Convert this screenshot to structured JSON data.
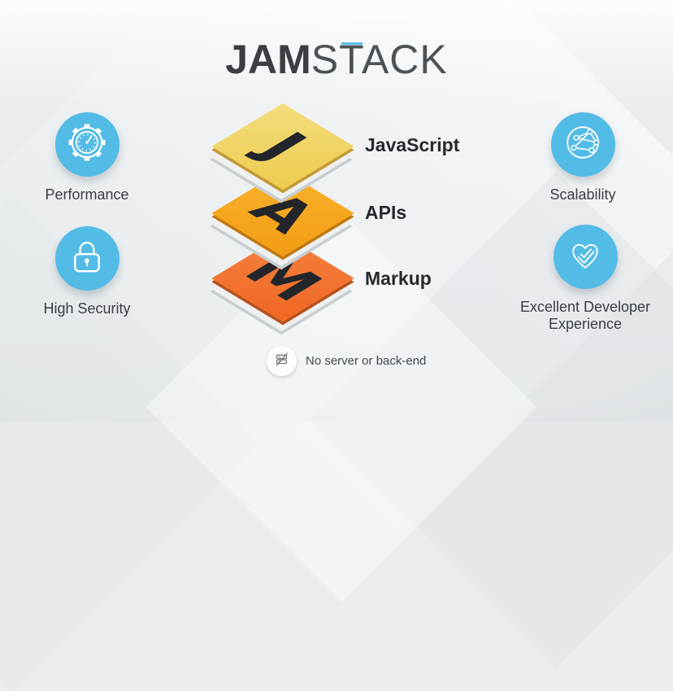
{
  "title": {
    "jam": "JAM",
    "stack": "STACK"
  },
  "stack": {
    "layers": [
      {
        "letter": "J",
        "label": "JavaScript",
        "color": "#f0d264"
      },
      {
        "letter": "A",
        "label": "APIs",
        "color": "#f5a623"
      },
      {
        "letter": "M",
        "label": "Markup",
        "color": "#f2702d"
      }
    ]
  },
  "features": {
    "left": [
      {
        "icon": "gauge-gear-icon",
        "label": "Performance"
      },
      {
        "icon": "padlock-icon",
        "label": "High Security"
      }
    ],
    "right": [
      {
        "icon": "network-globe-icon",
        "label": "Scalability"
      },
      {
        "icon": "heart-check-icon",
        "label": "Excellent Developer Experience"
      }
    ]
  },
  "footnote": {
    "icon": "no-server-icon",
    "text": "No server or back-end"
  },
  "colors": {
    "feature_circle": "#53bce6",
    "accent_dash": "#58bfe8",
    "background": "#e9edef",
    "title_text": "#3b3f44",
    "layer_j": "#f0d264",
    "layer_a": "#f5a623",
    "layer_m": "#f2702d"
  }
}
